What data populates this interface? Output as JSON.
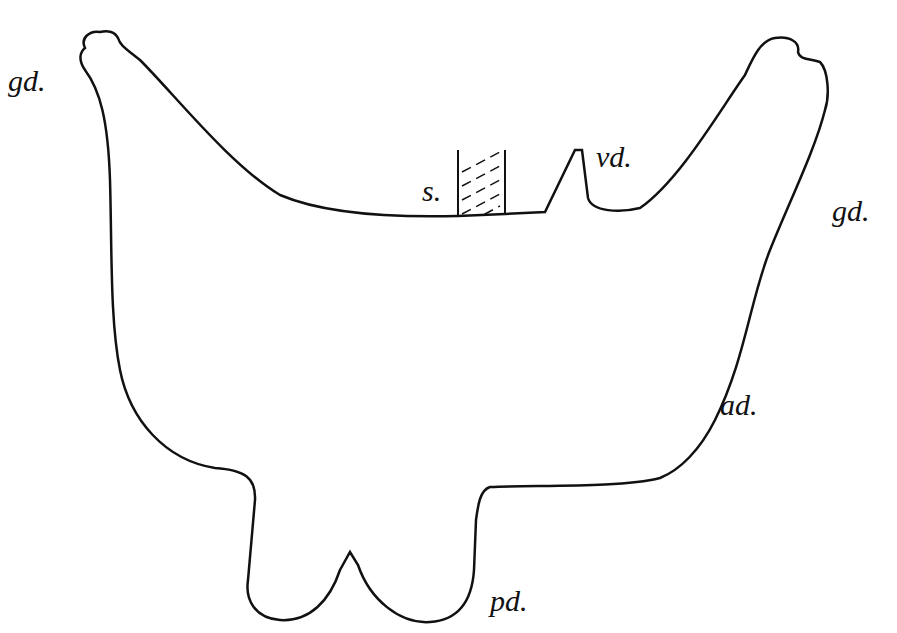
{
  "diagram": {
    "labels": [
      "gd.",
      "s.",
      "vd.",
      "gd.",
      "ad.",
      "pd."
    ]
  }
}
